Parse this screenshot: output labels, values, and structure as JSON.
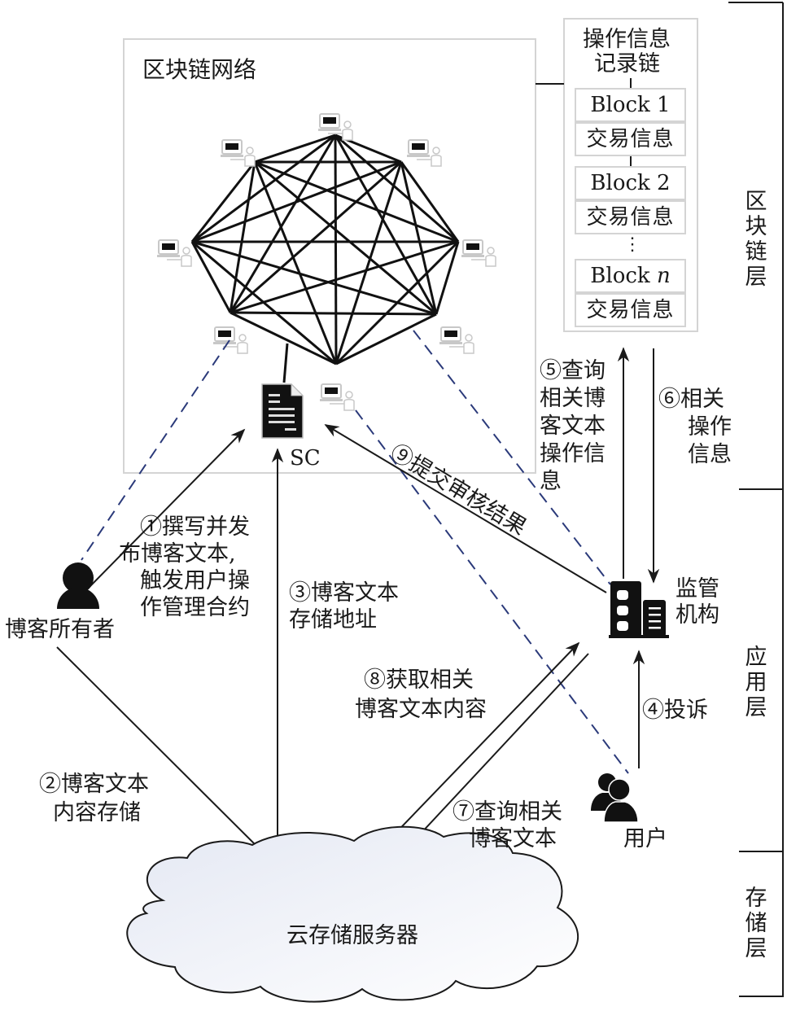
{
  "network": {
    "title": "区块链网络",
    "node_count": 8,
    "node_icon": "computer-user-icon",
    "contract_label": "SC",
    "contract_icon": "document-icon"
  },
  "chain": {
    "title_line1": "操作信息",
    "title_line2": "记录链",
    "blocks": [
      {
        "name": "Block 1",
        "info": "交易信息"
      },
      {
        "name": "Block 2",
        "info": "交易信息"
      },
      {
        "name_prefix": "Block ",
        "name_var": "n",
        "info": "交易信息"
      }
    ],
    "ellipsis": "⋮"
  },
  "layers": [
    {
      "label": "区块链层"
    },
    {
      "label": "应用层"
    },
    {
      "label": "存储层"
    }
  ],
  "actors": {
    "owner": {
      "label": "博客所有者",
      "icon": "person-icon"
    },
    "regulator": {
      "label_line1": "监管",
      "label_line2": "机构",
      "icon": "building-icon"
    },
    "users": {
      "label": "用户",
      "icon": "group-icon"
    },
    "cloud": {
      "label": "云存储服务器",
      "icon": "cloud-icon"
    }
  },
  "steps": {
    "s1": [
      "①撰写并发",
      "布博客文本,",
      "触发用户操",
      "作管理合约"
    ],
    "s2": [
      "②博客文本",
      "内容存储"
    ],
    "s3": [
      "③博客文本",
      "存储地址"
    ],
    "s4": "④投诉",
    "s5": [
      "⑤查询",
      "相关博",
      "客文本",
      "操作信",
      "息"
    ],
    "s6": [
      "⑥相关",
      "操作",
      "信息"
    ],
    "s7": [
      "⑦查询相关",
      "博客文本"
    ],
    "s8": [
      "⑧获取相关",
      "博客文本内容"
    ],
    "s9": "⑨提交审核结果"
  },
  "colors": {
    "line": "#1a1a1a",
    "dashed": "#2b3a7a",
    "box_border": "#d4d4d4",
    "node_gray": "#c8c8c8",
    "cloud_fill_start": "#e6e9f3",
    "cloud_fill_end": "#ffffff"
  }
}
